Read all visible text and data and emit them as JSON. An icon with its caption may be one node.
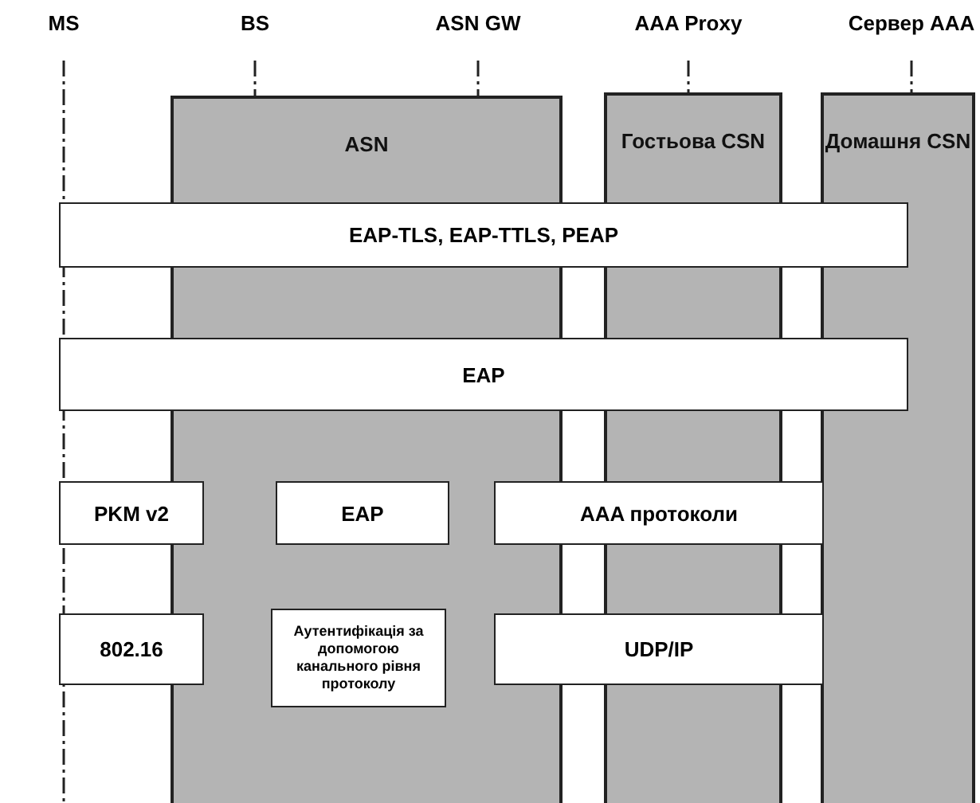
{
  "diagram": {
    "nodes": [
      {
        "text": [
          "ASN"
        ]
      },
      {
        "text": [
          "Гостьова CSN"
        ]
      },
      {
        "text": [
          "Домашня CSN"
        ]
      },
      {
        "text": [
          "EAP-TLS, EAP-TTLS, PEAP"
        ]
      },
      {
        "text": [
          "EAP"
        ]
      },
      {
        "text": [
          "PKM v2"
        ]
      },
      {
        "text": [
          "EAP"
        ],
        "in": 0
      },
      {
        "text": [
          "AAA протоколи"
        ]
      },
      {
        "text": [
          "802.16"
        ]
      },
      {
        "text": [
          "Аутентифікація за допомогою канального рівня протоколу"
        ],
        "in": 0
      },
      {
        "text": [
          "UDP/IP"
        ]
      }
    ],
    "labels": [
      "MS",
      "BS",
      "ASN GW",
      "AAA Proxy",
      "Сервер AAA"
    ]
  }
}
